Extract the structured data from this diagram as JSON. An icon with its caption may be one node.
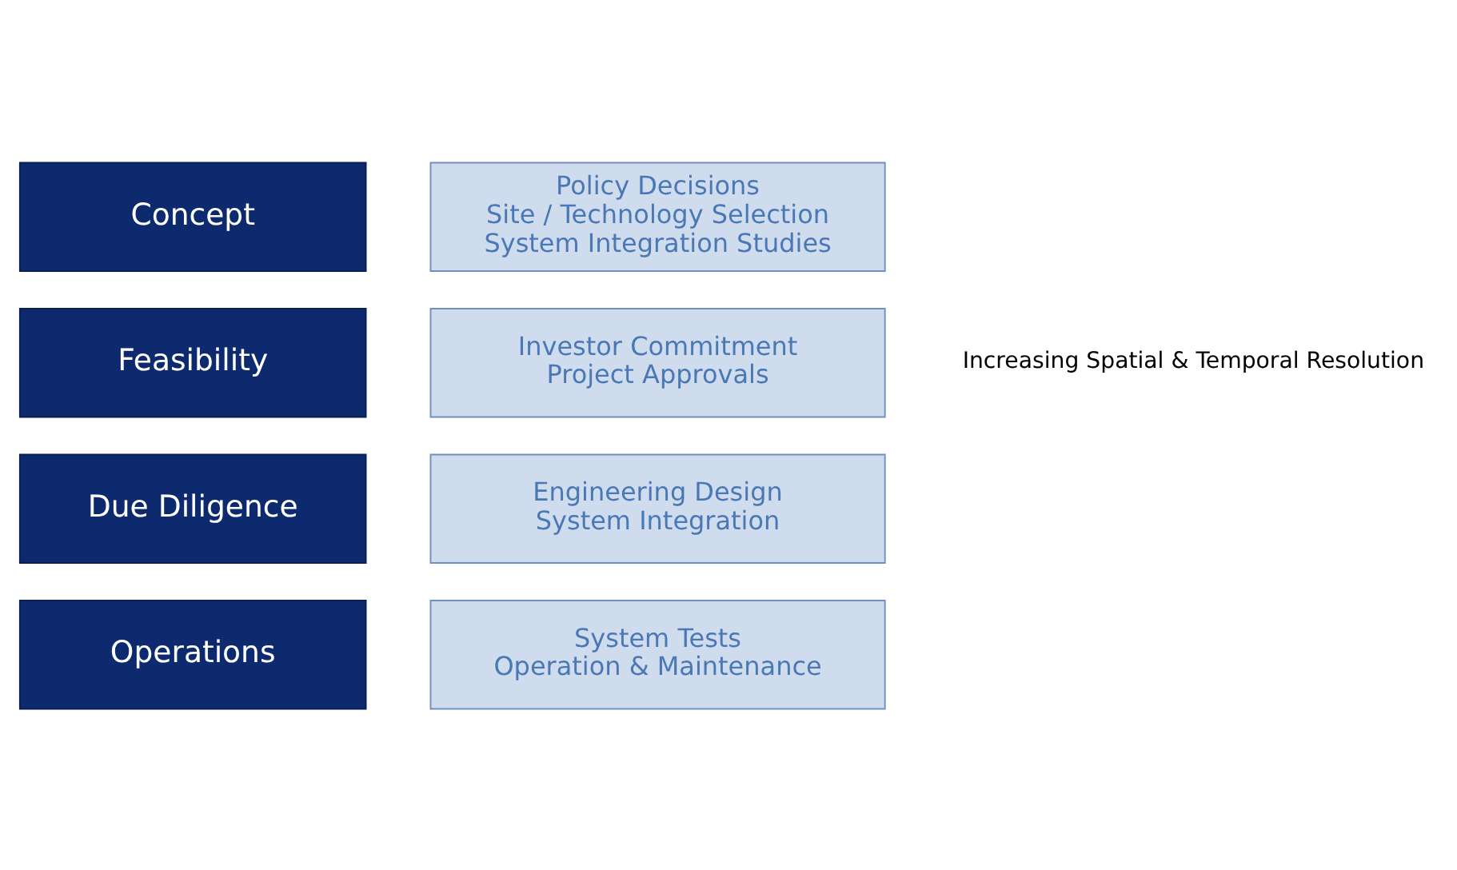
{
  "diagram": {
    "nodes": [
      {
        "text": [
          "Concept"
        ]
      },
      {
        "text": [
          "Policy Decisions",
          "Site / Technology Selection",
          "System Integration Studies"
        ]
      },
      {
        "text": [
          "Feasibility"
        ]
      },
      {
        "text": [
          "Investor Commitment",
          "Project Approvals"
        ]
      },
      {
        "text": [
          "Due Diligence"
        ]
      },
      {
        "text": [
          "Engineering Design",
          "System Integration"
        ]
      },
      {
        "text": [
          "Operations"
        ]
      },
      {
        "text": [
          "System Tests",
          "Operation & Maintenance"
        ]
      }
    ],
    "labels": [
      "Increasing Spatial & Temporal Resolution"
    ]
  }
}
